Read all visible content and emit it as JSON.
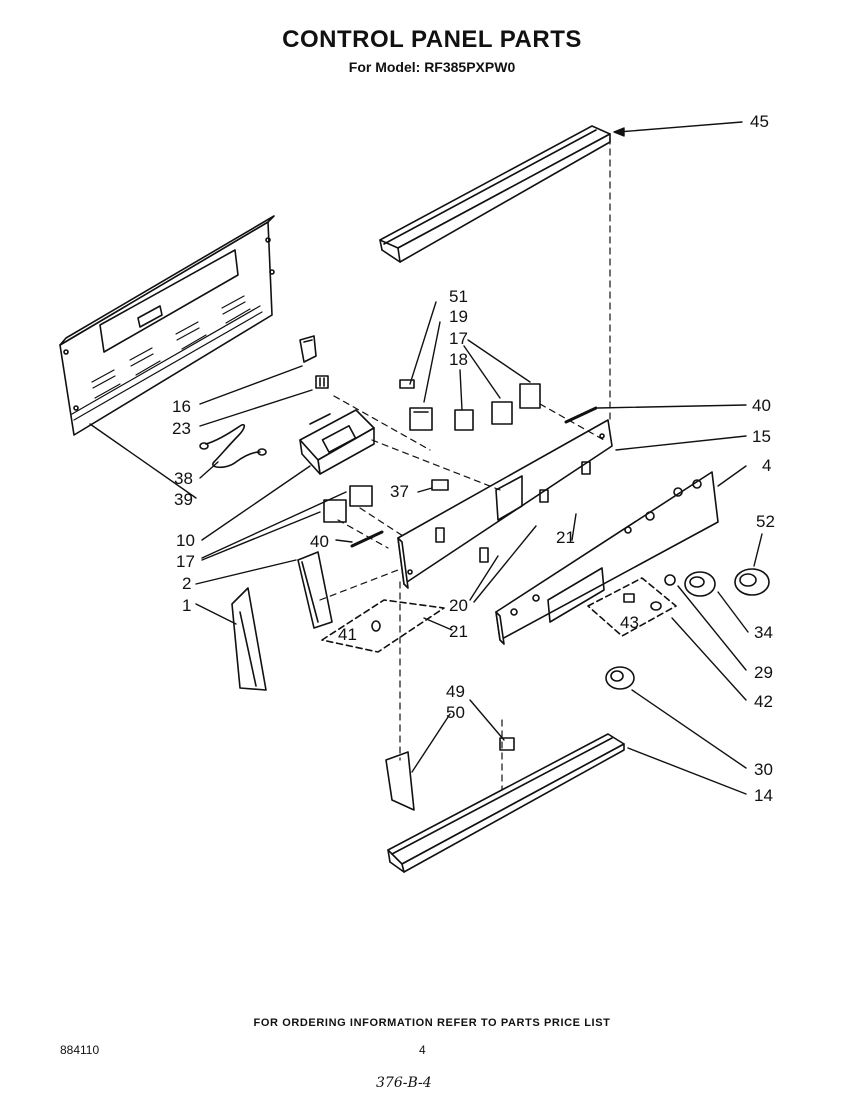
{
  "header": {
    "title": "CONTROL PANEL PARTS",
    "model_line": "For Model: RF385PXPW0"
  },
  "callouts": [
    "45",
    "51",
    "19",
    "17",
    "18",
    "16",
    "23",
    "40",
    "15",
    "4",
    "38",
    "39",
    "37",
    "10",
    "17",
    "40",
    "2",
    "1",
    "21",
    "20",
    "41",
    "21",
    "52",
    "43",
    "34",
    "29",
    "42",
    "49",
    "50",
    "30",
    "14"
  ],
  "footer": {
    "ordering_note": "FOR ORDERING INFORMATION REFER TO PARTS PRICE LIST",
    "doc_number": "884110",
    "page_number": "4",
    "handwritten_note": "376-B-4"
  }
}
